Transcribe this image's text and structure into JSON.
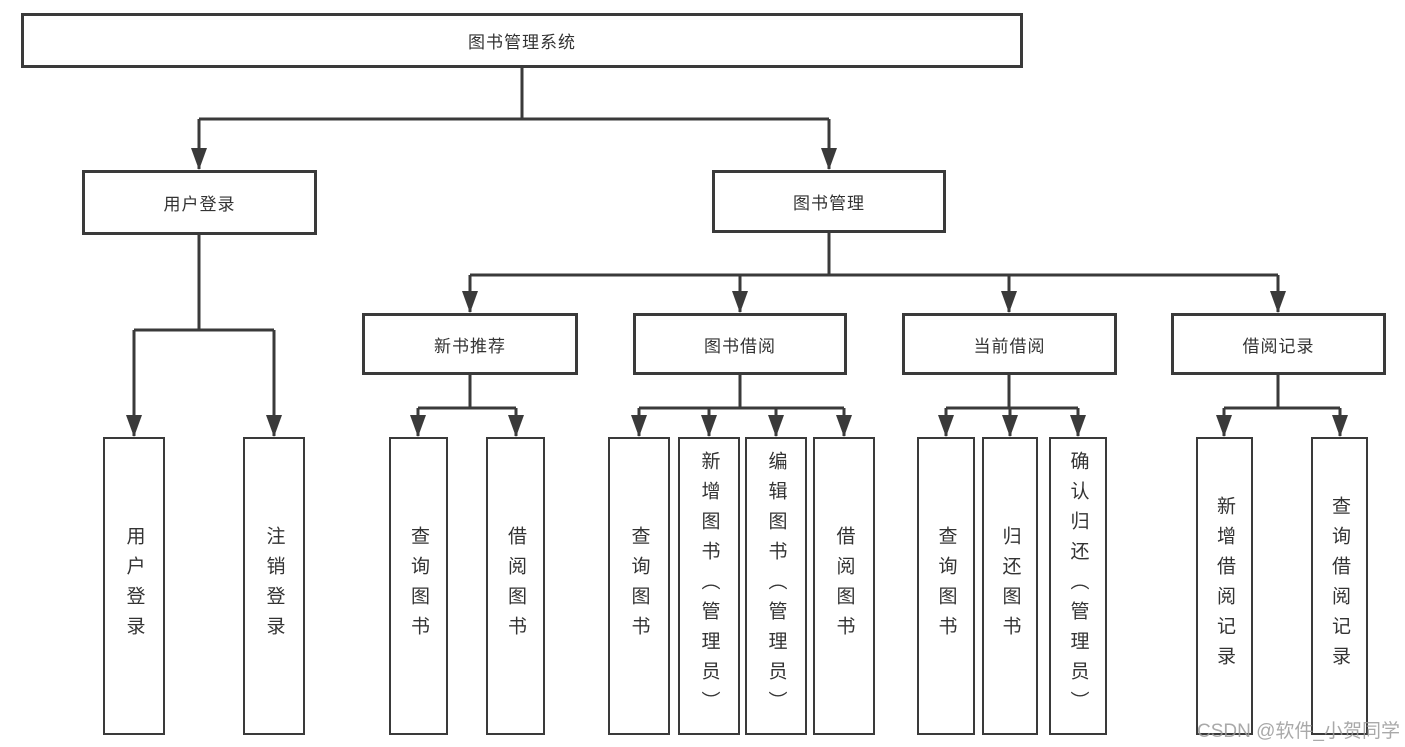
{
  "diagram": {
    "root": {
      "label": "图书管理系统"
    },
    "level2": [
      {
        "id": "user-login",
        "label": "用户登录"
      },
      {
        "id": "book-management",
        "label": "图书管理"
      }
    ],
    "level3": [
      {
        "id": "new-book-recommend",
        "label": "新书推荐",
        "parent": "book-management"
      },
      {
        "id": "book-borrowing",
        "label": "图书借阅",
        "parent": "book-management"
      },
      {
        "id": "current-borrowing",
        "label": "当前借阅",
        "parent": "book-management"
      },
      {
        "id": "borrow-records",
        "label": "借阅记录",
        "parent": "book-management"
      }
    ],
    "leaves": [
      {
        "parent": "user-login",
        "label": "用户登录"
      },
      {
        "parent": "user-login",
        "label": "注销登录"
      },
      {
        "parent": "new-book-recommend",
        "label": "查询图书"
      },
      {
        "parent": "new-book-recommend",
        "label": "借阅图书"
      },
      {
        "parent": "book-borrowing",
        "label": "查询图书"
      },
      {
        "parent": "book-borrowing",
        "label": "新增图书（管理员）"
      },
      {
        "parent": "book-borrowing",
        "label": "编辑图书（管理员）"
      },
      {
        "parent": "book-borrowing",
        "label": "借阅图书"
      },
      {
        "parent": "current-borrowing",
        "label": "查询图书"
      },
      {
        "parent": "current-borrowing",
        "label": "归还图书"
      },
      {
        "parent": "current-borrowing",
        "label": "确认归还（管理员）"
      },
      {
        "parent": "borrow-records",
        "label": "新增借阅记录"
      },
      {
        "parent": "borrow-records",
        "label": "查询借阅记录"
      }
    ]
  },
  "watermark": {
    "text": "CSDN @软件_小贺同学"
  },
  "colors": {
    "line": "#3a3a3a",
    "border": "#3a3a3a",
    "text": "#333333",
    "watermark": "#9b9b9b",
    "background": "#ffffff"
  }
}
